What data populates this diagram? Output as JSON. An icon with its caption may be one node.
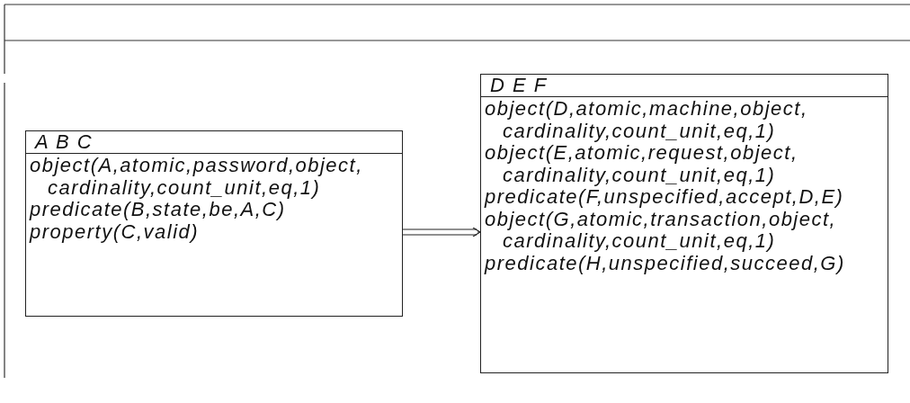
{
  "diagram": {
    "nodes": [
      {
        "text": [
          "A B C",
          "object(A,atomic,password,object, cardinality,count_unit,eq,1)",
          "predicate(B,state,be,A,C)",
          "property(C,valid)"
        ]
      },
      {
        "text": [
          "D E F",
          "object(D,atomic,machine,object, cardinality,count_unit,eq,1)",
          "object(E,atomic,request,object, cardinality,count_unit,eq,1)",
          "predicate(F,unspecified,accept,D,E)",
          "object(G,atomic,transaction,object, cardinality,count_unit,eq,1)",
          "predicate(H,unspecified,succeed,G)"
        ]
      }
    ],
    "edges": [
      {
        "from": 0,
        "to": 1,
        "arrow": "to"
      }
    ]
  }
}
